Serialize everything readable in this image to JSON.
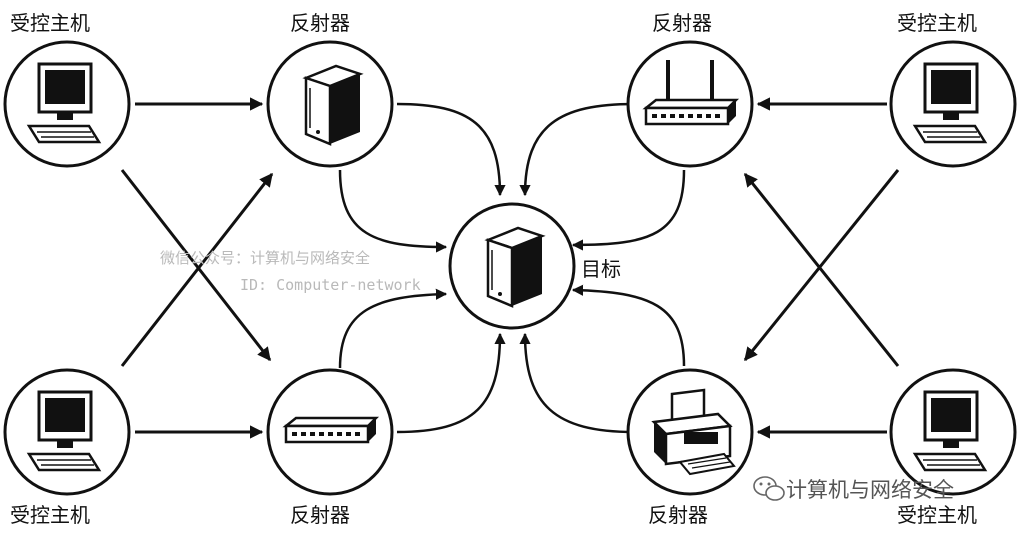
{
  "nodes": {
    "controlled_label": "受控主机",
    "reflector_label": "反射器",
    "target_label": "目标"
  },
  "watermark": {
    "line1": "微信公众号：计算机与网络安全",
    "line2": "ID: Computer-network"
  },
  "brand": {
    "name": "计算机与网络安全",
    "icon": "wechat-icon"
  },
  "colors": {
    "line": "#111111",
    "watermark": "#b9b9b9"
  }
}
